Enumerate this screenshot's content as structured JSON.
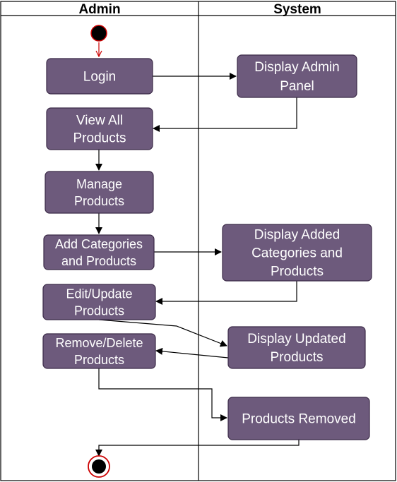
{
  "lanes": {
    "admin": "Admin",
    "system": "System"
  },
  "colors": {
    "node_fill": "#6d5a7c",
    "node_border": "#3b2a47",
    "node_text": "#ffffff",
    "start_fill": "#000000",
    "start_border": "#cc0000",
    "arrow": "#000000"
  },
  "nodes": {
    "login": [
      "Login"
    ],
    "display_admin_panel": [
      "Display Admin",
      "Panel"
    ],
    "view_all_products": [
      "View All",
      "Products"
    ],
    "manage_products": [
      "Manage",
      "Products"
    ],
    "add_categories_products": [
      "Add Categories",
      "and Products"
    ],
    "display_added": [
      "Display Added",
      "Categories and",
      "Products"
    ],
    "edit_update_products": [
      "Edit/Update",
      "Products"
    ],
    "display_updated": [
      "Display Updated",
      "Products"
    ],
    "remove_delete_products": [
      "Remove/Delete",
      "Products"
    ],
    "products_removed": [
      "Products Removed"
    ]
  }
}
